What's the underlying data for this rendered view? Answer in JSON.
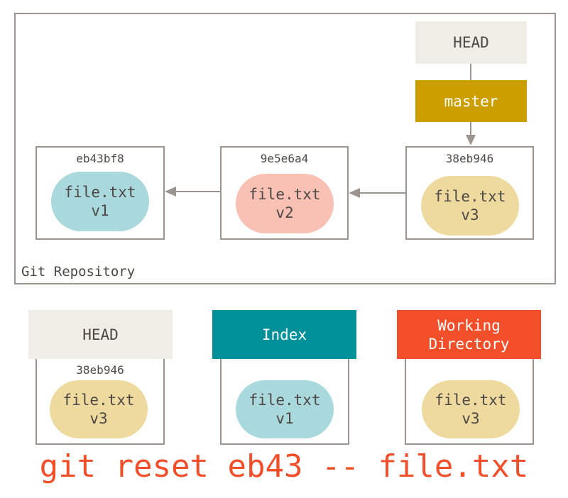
{
  "colors": {
    "border": "#9c958f",
    "head_bg": "#efede6",
    "master_bg": "#cc9e00",
    "index_bg": "#009099",
    "wd_bg": "#f24e29",
    "blob_v1": "#a9d9dc",
    "blob_v2": "#f9c1b3",
    "blob_v3": "#eeda9e",
    "command": "#f24e29"
  },
  "repo": {
    "label": "Git Repository",
    "head": "HEAD",
    "branch": "master",
    "commits": [
      {
        "hash": "eb43bf8",
        "file": "file.txt",
        "version": "v1"
      },
      {
        "hash": "9e5e6a4",
        "file": "file.txt",
        "version": "v2"
      },
      {
        "hash": "38eb946",
        "file": "file.txt",
        "version": "v3"
      }
    ]
  },
  "trees": [
    {
      "title": "HEAD",
      "hash": "38eb946",
      "file": "file.txt",
      "version": "v3"
    },
    {
      "title": "Index",
      "file": "file.txt",
      "version": "v1"
    },
    {
      "title": "Working Directory",
      "file": "file.txt",
      "version": "v3"
    }
  ],
  "command": "git reset eb43 -- file.txt"
}
